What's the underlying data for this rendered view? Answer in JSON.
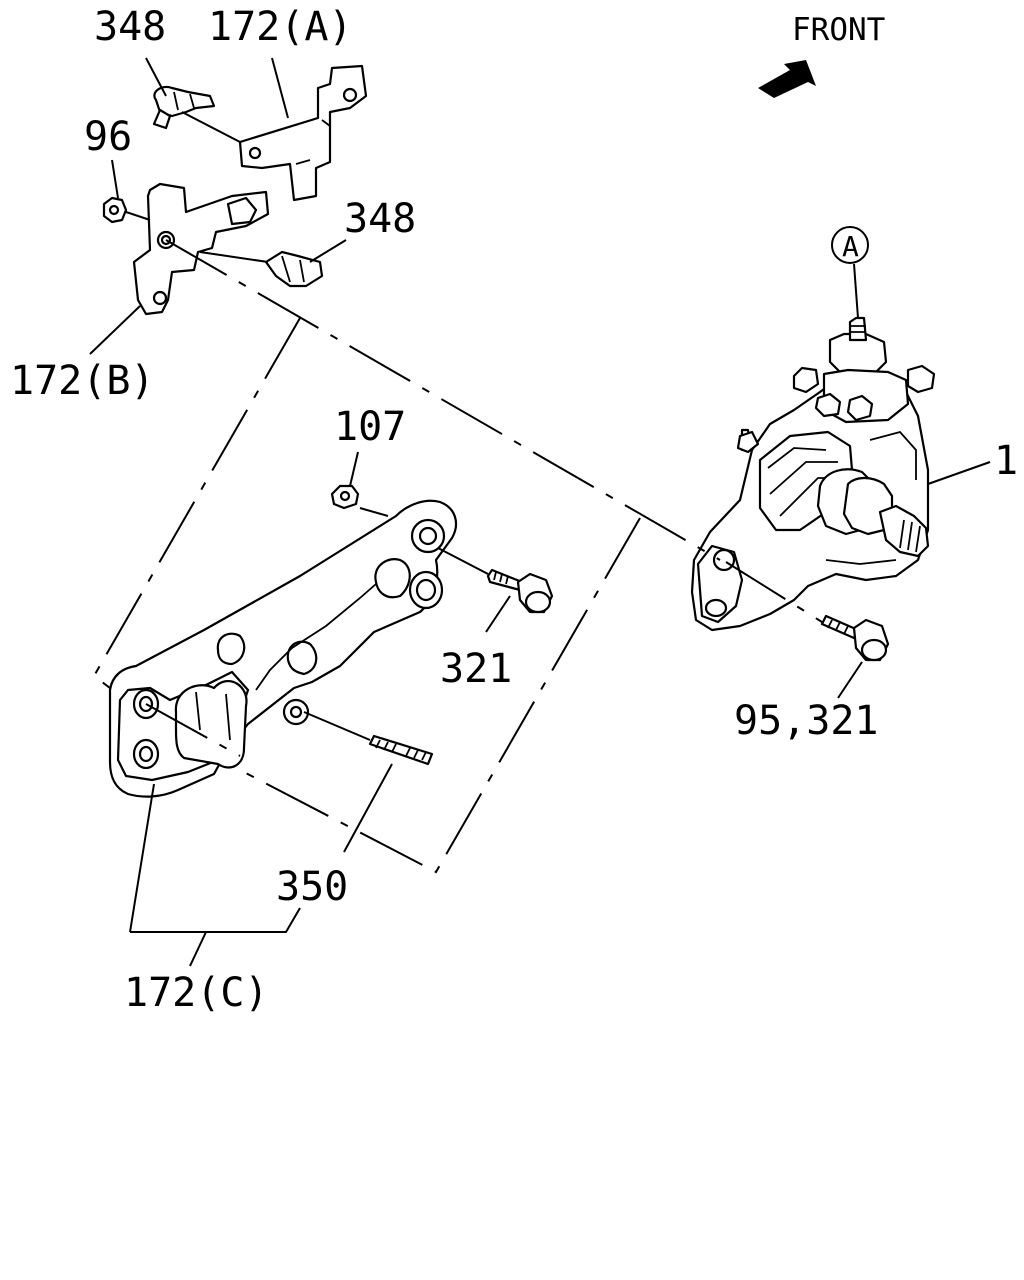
{
  "diagram": {
    "labels": {
      "front": "FRONT",
      "clip_top": "348",
      "bracket_a": "172(A)",
      "nut_96": "96",
      "clip_mid": "348",
      "bracket_b": "172(B)",
      "ref_a": "A",
      "gear_box": "1",
      "nut_107": "107",
      "bolt_321": "321",
      "bolt_95_321": "95,321",
      "stud_350": "350",
      "bracket_c": "172(C)"
    },
    "icons": {
      "front_arrow": "arrow-icon"
    }
  }
}
